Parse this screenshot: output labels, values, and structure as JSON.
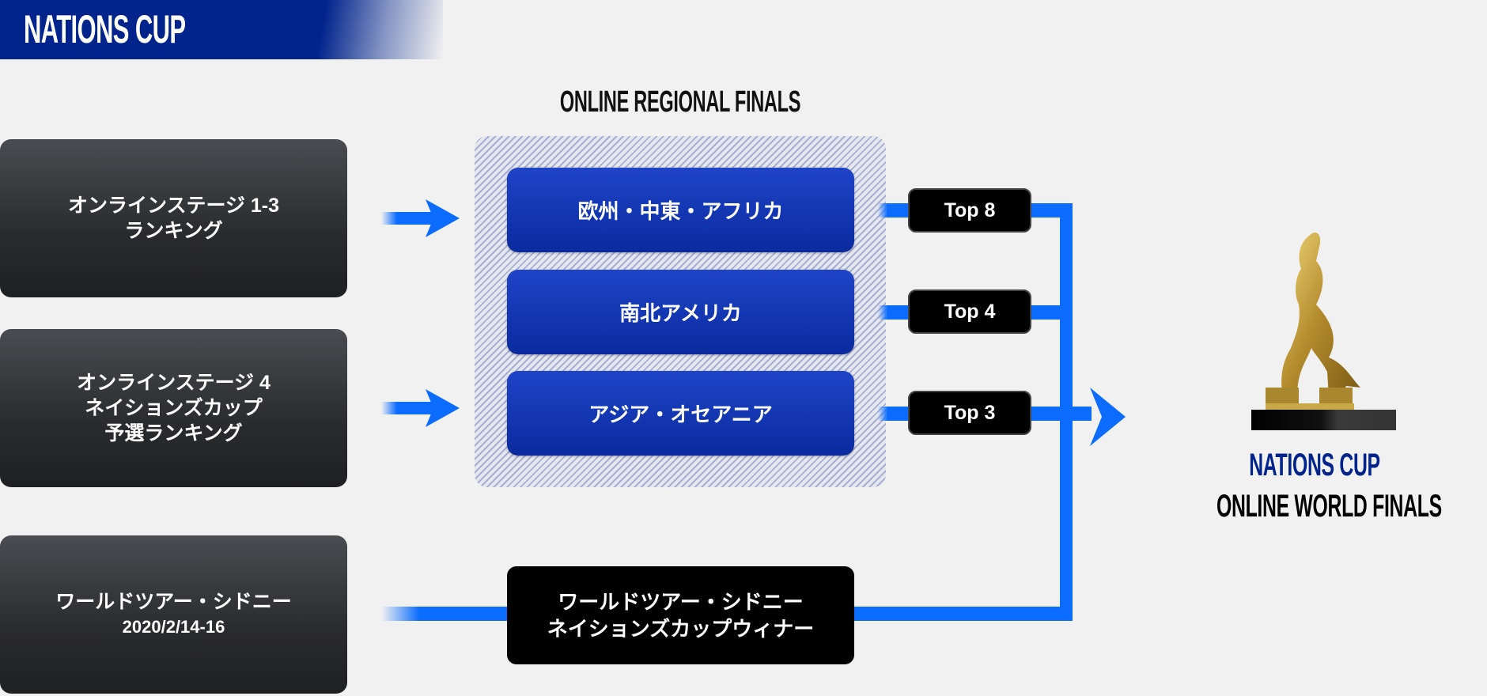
{
  "header": {
    "title": "NATIONS CUP"
  },
  "regional": {
    "title": "ONLINE REGIONAL FINALS",
    "regions": [
      "欧州・中東・アフリカ",
      "南北アメリカ",
      "アジア・オセアニア"
    ],
    "qualifiers": [
      "Top 8",
      "Top 4",
      "Top 3"
    ]
  },
  "sources": [
    {
      "line1": "オンラインステージ 1-3",
      "line2": "ランキング"
    },
    {
      "line1": "オンラインステージ 4",
      "line2": "ネイションズカップ",
      "line3": "予選ランキング"
    },
    {
      "line1": "ワールドツアー・シドニー",
      "line2": "2020/2/14-16"
    }
  ],
  "winner": {
    "line1": "ワールドツアー・シドニー",
    "line2": "ネイションズカップウィナー"
  },
  "final": {
    "title": "NATIONS CUP",
    "subtitle": "ONLINE WORLD FINALS"
  },
  "colors": {
    "brand": "#00238c",
    "connector": "#0b6cff"
  }
}
